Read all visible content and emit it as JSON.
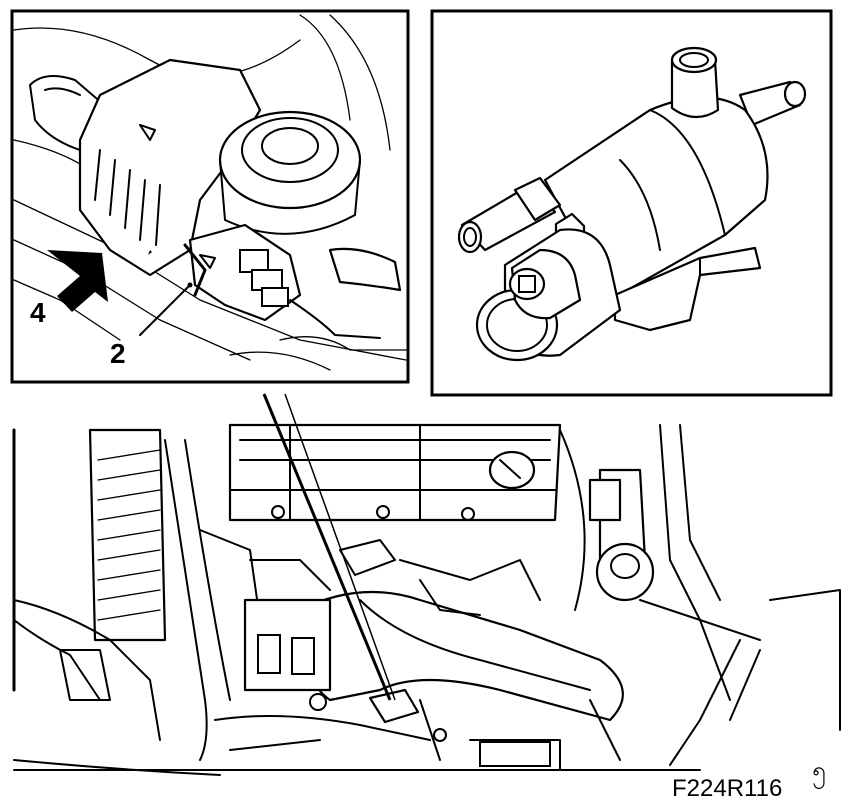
{
  "diagram": {
    "callouts": {
      "arrow_label": "4",
      "connector_label": "2"
    },
    "figure_code": "F224R116",
    "corner_mark": "၅",
    "colors": {
      "ink": "#000000",
      "paper": "#ffffff"
    }
  }
}
